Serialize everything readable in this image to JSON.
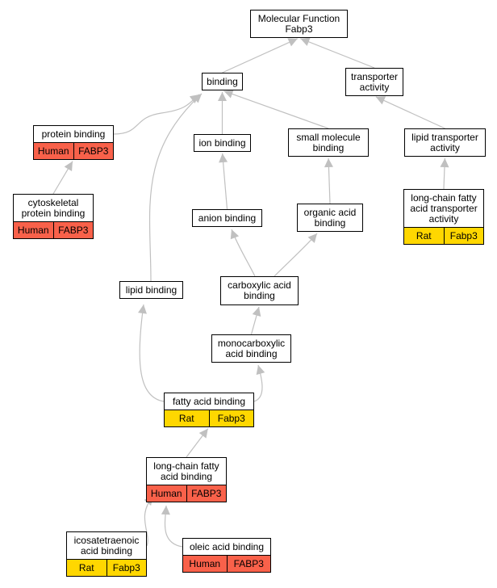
{
  "nodes": {
    "root": {
      "label": "Molecular Function\nFabp3"
    },
    "binding": {
      "label": "binding"
    },
    "transporter": {
      "label": "transporter\nactivity"
    },
    "protein_binding": {
      "label": "protein binding",
      "species": "Human",
      "gene": "FABP3",
      "color": "#f9614a"
    },
    "ion_binding": {
      "label": "ion binding"
    },
    "small_molecule": {
      "label": "small molecule\nbinding"
    },
    "lipid_transporter": {
      "label": "lipid transporter\nactivity"
    },
    "cytoskeletal": {
      "label": "cytoskeletal\nprotein binding",
      "species": "Human",
      "gene": "FABP3",
      "color": "#f9614a"
    },
    "anion_binding": {
      "label": "anion binding"
    },
    "organic_acid": {
      "label": "organic acid\nbinding"
    },
    "lcfa_transporter": {
      "label": "long-chain fatty\nacid transporter\nactivity",
      "species": "Rat",
      "gene": "Fabp3",
      "color": "#ffd700"
    },
    "lipid_binding": {
      "label": "lipid binding"
    },
    "carboxylic": {
      "label": "carboxylic acid\nbinding"
    },
    "monocarboxylic": {
      "label": "monocarboxylic\nacid binding"
    },
    "fatty_acid": {
      "label": "fatty acid binding",
      "species": "Rat",
      "gene": "Fabp3",
      "color": "#ffd700"
    },
    "lcfa_binding": {
      "label": "long-chain fatty\nacid binding",
      "species": "Human",
      "gene": "FABP3",
      "color": "#f9614a"
    },
    "icosa": {
      "label": "icosatetraenoic\nacid binding",
      "species": "Rat",
      "gene": "Fabp3",
      "color": "#ffd700"
    },
    "oleic": {
      "label": "oleic acid binding",
      "species": "Human",
      "gene": "FABP3",
      "color": "#f9614a"
    }
  },
  "edges": [
    [
      "binding",
      "root"
    ],
    [
      "transporter",
      "root"
    ],
    [
      "protein_binding",
      "binding"
    ],
    [
      "ion_binding",
      "binding"
    ],
    [
      "small_molecule",
      "binding"
    ],
    [
      "lipid_binding",
      "binding"
    ],
    [
      "lipid_transporter",
      "transporter"
    ],
    [
      "cytoskeletal",
      "protein_binding"
    ],
    [
      "anion_binding",
      "ion_binding"
    ],
    [
      "organic_acid",
      "small_molecule"
    ],
    [
      "lcfa_transporter",
      "lipid_transporter"
    ],
    [
      "carboxylic",
      "anion_binding"
    ],
    [
      "carboxylic",
      "organic_acid"
    ],
    [
      "monocarboxylic",
      "carboxylic"
    ],
    [
      "fatty_acid",
      "lipid_binding"
    ],
    [
      "fatty_acid",
      "monocarboxylic"
    ],
    [
      "lcfa_binding",
      "fatty_acid"
    ],
    [
      "icosa",
      "lcfa_binding"
    ],
    [
      "oleic",
      "lcfa_binding"
    ]
  ],
  "style": {
    "edge_color": "#c0c0c0",
    "human_color": "#f9614a",
    "rat_color": "#ffd700"
  }
}
